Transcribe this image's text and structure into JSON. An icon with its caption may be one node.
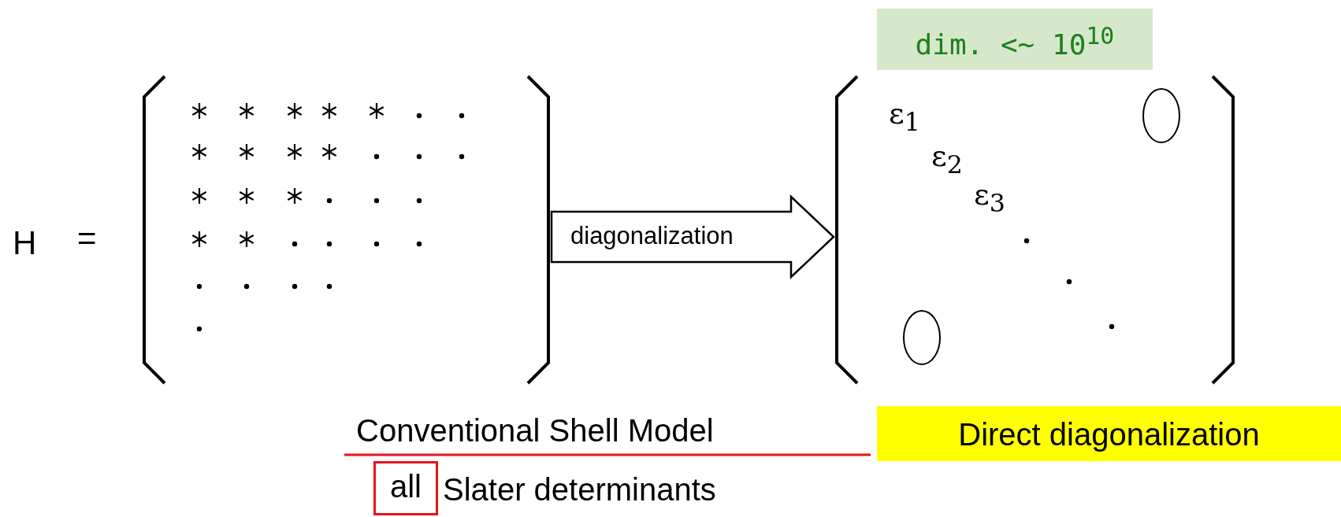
{
  "diagram": {
    "nodes": [
      {
        "text": [
          "dim. <~ 10$^{10}$"
        ]
      },
      {
        "text": [],
        "shape": "matrix"
      },
      {
        "text": [
          "ε$_{1}$",
          "ε$_{2}$",
          "ε$_{3}$"
        ]
      },
      {
        "text": [
          "Direct diagonalization"
        ]
      },
      {
        "text": [
          "all"
        ]
      }
    ],
    "edges": [
      {
        "from": 1,
        "to": 2,
        "arrow": "to",
        "label": "diagonalization"
      }
    ],
    "labels": [
      "H",
      "=",
      "Conventional Shell Model",
      "Slater determinants"
    ]
  }
}
